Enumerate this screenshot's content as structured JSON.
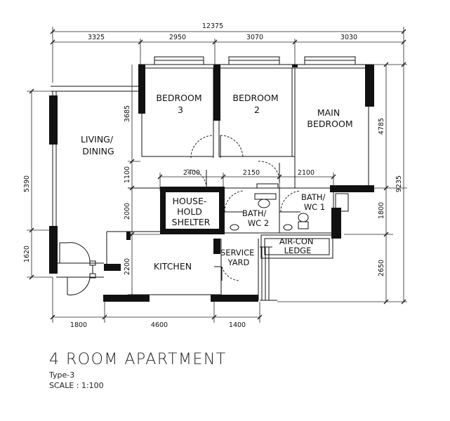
{
  "title": "4 ROOM APARTMENT",
  "subtitle": "Type-3",
  "scale": "SCALE : 1:100",
  "rooms": {
    "bedroom3": [
      "BEDROOM",
      "3"
    ],
    "bedroom2": [
      "BEDROOM",
      "2"
    ],
    "main_bedroom": [
      "MAIN",
      "BEDROOM"
    ],
    "living_dining": [
      "LIVING/",
      "DINING"
    ],
    "household_shelter": [
      "HOUSE-",
      "HOLD",
      "SHELTER"
    ],
    "bath_wc2": [
      "BATH/",
      "WC 2"
    ],
    "bath_wc1": [
      "BATH/",
      "WC 1"
    ],
    "kitchen": [
      "KITCHEN"
    ],
    "service_yard": [
      "SERVICE",
      "YARD"
    ],
    "aircon_ledge": [
      "AIR-CON",
      "LEDGE"
    ]
  },
  "dimensions": {
    "overall_width": "12375",
    "top": [
      "3325",
      "2950",
      "3070",
      "3030"
    ],
    "bottom": [
      "1800",
      "4600",
      "1400"
    ],
    "left": [
      "5390",
      "1620"
    ],
    "inner_left": [
      "3685",
      "1100",
      "2000",
      "2200"
    ],
    "inner_top": [
      "2400",
      "2150",
      "2100"
    ],
    "right": [
      "4785",
      "1800",
      "2650"
    ],
    "overall_height": "9235"
  }
}
